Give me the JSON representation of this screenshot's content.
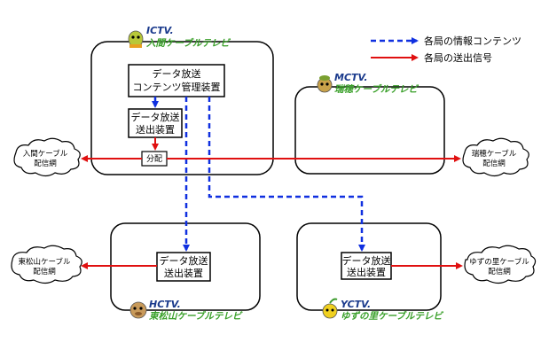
{
  "legend": {
    "content_line": "各局の情報コンテンツ",
    "signal_line": "各局の送出信号",
    "content_color": "#1030e0",
    "signal_color": "#e01010"
  },
  "stations": {
    "ictv": {
      "code": "ICTV.",
      "name": "入間ケーブルテレビ"
    },
    "mctv": {
      "code": "MCTV.",
      "name": "瑞穂ケーブルテレビ"
    },
    "hctv": {
      "code": "HCTV.",
      "name": "東松山ケーブルテレビ"
    },
    "yctv": {
      "code": "YCTV.",
      "name": "ゆずの里ケーブルテレビ"
    }
  },
  "devices": {
    "management": {
      "line1": "データ放送",
      "line2": "コンテンツ管理装置"
    },
    "ictv_sender": {
      "line1": "データ放送",
      "line2": "送出装置"
    },
    "hctv_sender": {
      "line1": "データ放送",
      "line2": "送出装置"
    },
    "yctv_sender": {
      "line1": "データ放送",
      "line2": "送出装置"
    },
    "splitter": "分配"
  },
  "networks": {
    "iruma": {
      "line1": "入間ケーブル",
      "line2": "配信網"
    },
    "mizuho": {
      "line1": "瑞穂ケーブル",
      "line2": "配信網"
    },
    "higashimatsuyama": {
      "line1": "東松山ケーブル",
      "line2": "配信網"
    },
    "yuzunosato": {
      "line1": "ゆずの里ケーブル",
      "line2": "配信網"
    }
  }
}
